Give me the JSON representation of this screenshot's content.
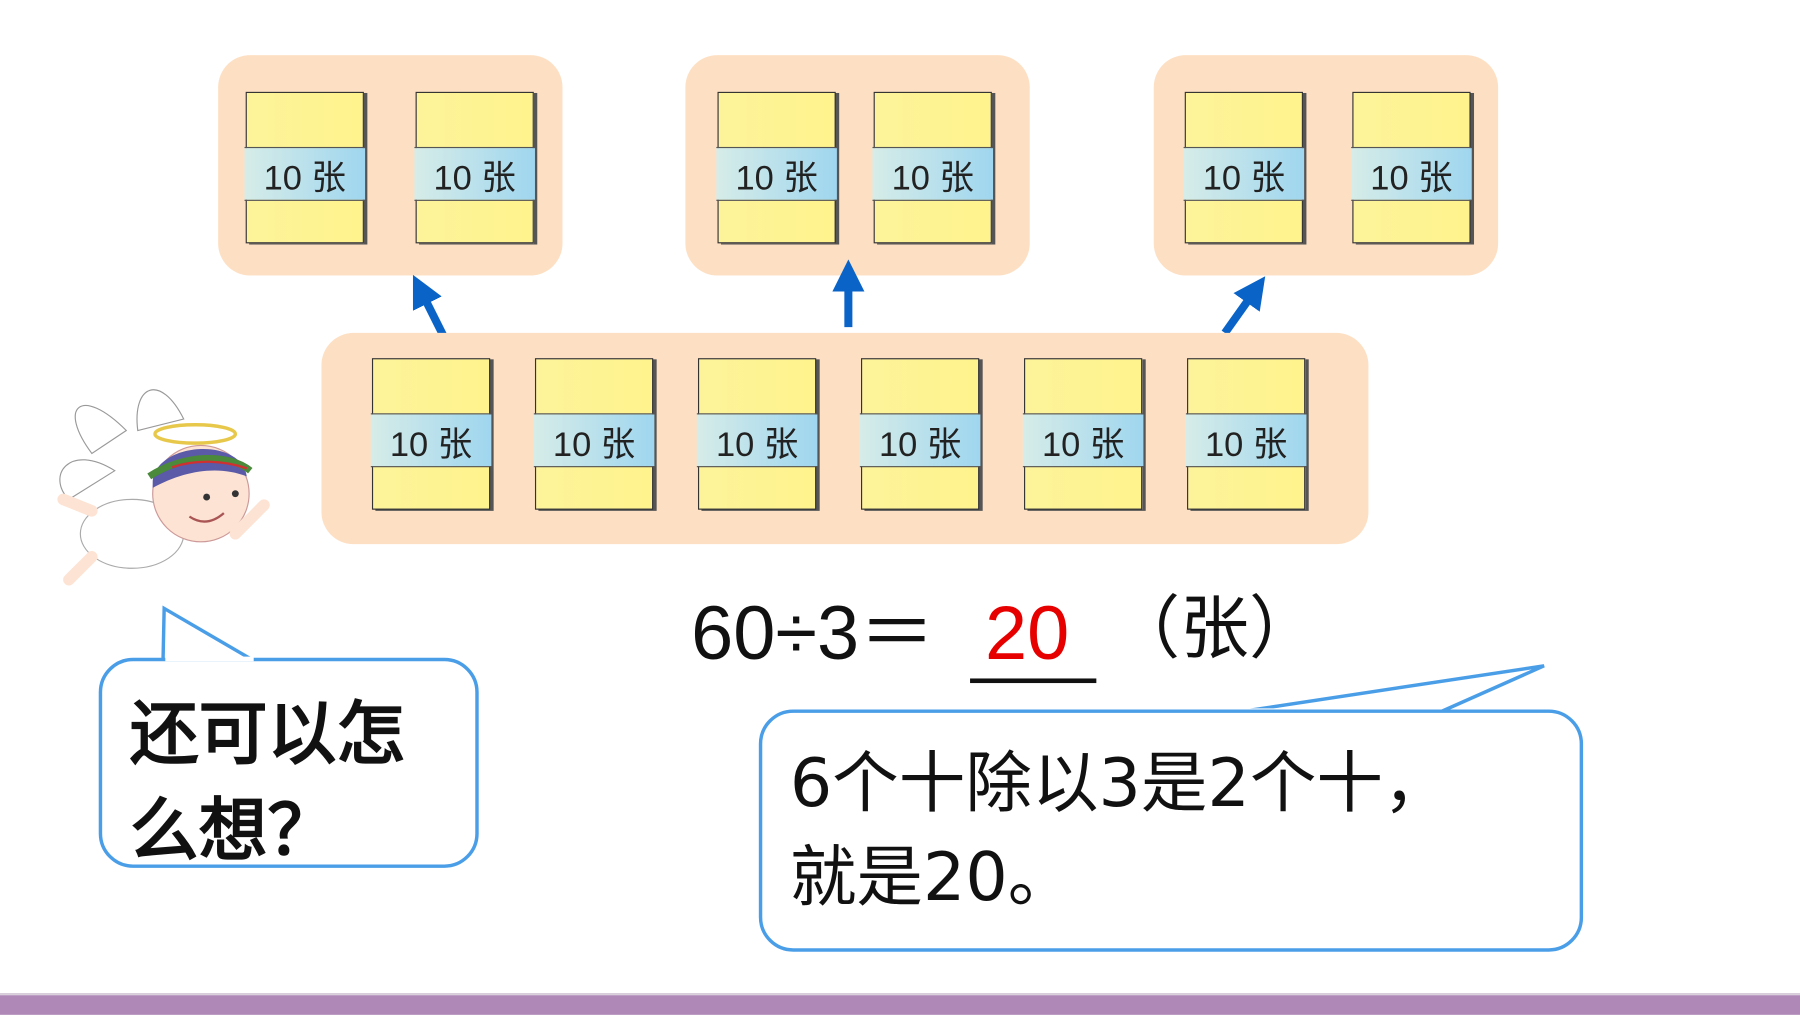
{
  "card_label": "10 张",
  "top_groups": [
    {
      "cards": [
        "10 张",
        "10 张"
      ]
    },
    {
      "cards": [
        "10 张",
        "10 张"
      ]
    },
    {
      "cards": [
        "10 张",
        "10 张"
      ]
    }
  ],
  "bottom_group": {
    "cards": [
      "10 张",
      "10 张",
      "10 张",
      "10 张",
      "10 张",
      "10 张"
    ]
  },
  "question_bubble": {
    "lines": [
      "还可以怎",
      "么想？"
    ]
  },
  "equation": {
    "expression": "60÷3＝",
    "answer": "20",
    "unit": "（张）"
  },
  "explanation_bubble": {
    "lines": [
      "6个十除以3是2个十，",
      "就是20。"
    ]
  },
  "colors": {
    "group_bg": "#fde0c4",
    "card": "#fef38c",
    "band": "#9fd6ef",
    "arrow": "#0a64c8",
    "bubble_border": "#4a9ee8",
    "answer": "#e60000",
    "footer": "#b088b8"
  }
}
